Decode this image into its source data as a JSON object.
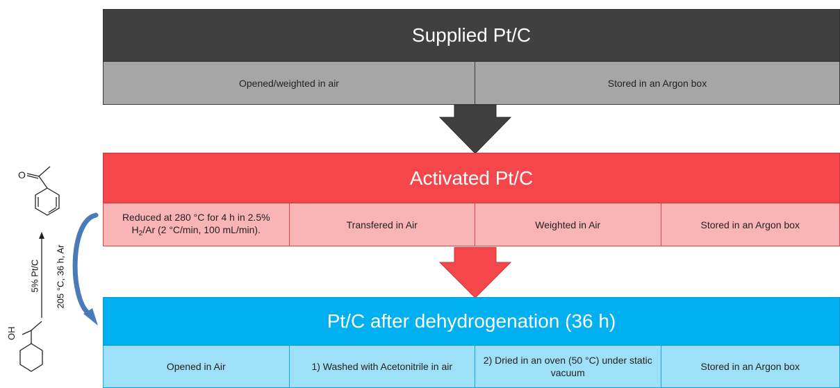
{
  "stages": {
    "supplied": {
      "title": "Supplied Pt/C",
      "steps": [
        "Opened/weighted in air",
        "Stored in an Argon box"
      ]
    },
    "activated": {
      "title": "Activated Pt/C",
      "step1_line1": "Reduced at 280 °C for 4 h in 2.5%",
      "step1_h": "H",
      "step1_sub": "2",
      "step1_line2_rest": "/Ar (2 °C/min, 100 mL/min).",
      "steps": [
        "Transfered in Air",
        "Weighted in Air",
        "Stored in an Argon box"
      ]
    },
    "after": {
      "title": "Pt/C after dehydrogenation (36 h)",
      "steps": [
        "Opened in Air",
        "1) Washed with Acetonitrile in air",
        "2) Dried in an oven (50 °C) under static vacuum",
        "Stored in an Argon box"
      ]
    }
  },
  "reaction": {
    "catalyst": "5% Pt/C",
    "conditions": "205 °C, 36 h, Ar",
    "product_atom": "O",
    "reactant_atom": "OH"
  },
  "colors": {
    "gray_header": "#404040",
    "gray_row": "#a6a6a6",
    "red_header": "#f4464b",
    "red_row": "#f9b4b6",
    "blue_header": "#00b0f0",
    "blue_row": "#9de0f8",
    "curved_arrow": "#4a7ab8"
  }
}
